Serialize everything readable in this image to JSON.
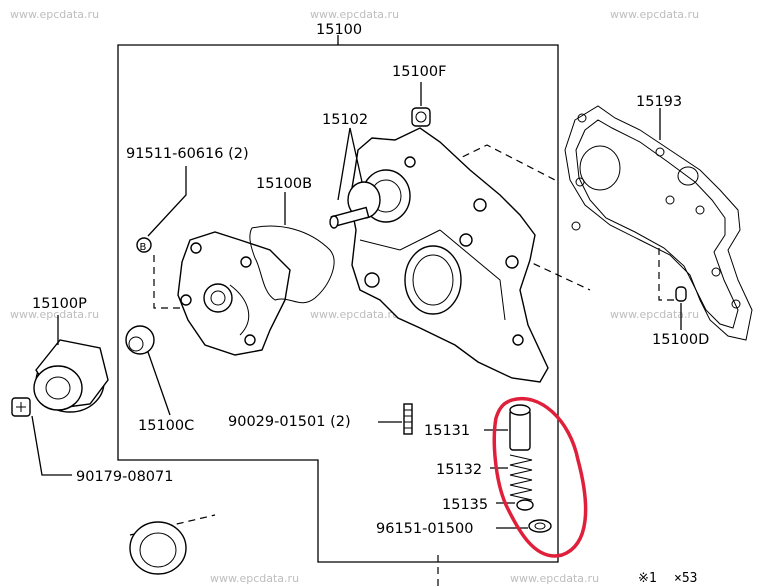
{
  "watermark": "www.epcdata.ru",
  "assembly_label": "15100",
  "parts": {
    "p15100F": "15100F",
    "p15102": "15102",
    "p91511": "91511-60616 (2)",
    "p15100B": "15100B",
    "p15100P": "15100P",
    "p15100C": "15100C",
    "p90029": "90029-01501 (2)",
    "p90179": "90179-08071",
    "p15131": "15131",
    "p15132": "15132",
    "p15135": "15135",
    "p96151": "96151-01500",
    "p15193": "15193",
    "p15100D": "15100D"
  },
  "symbol_b": "B",
  "corner_marks": {
    "left": "※1",
    "right": "×53"
  },
  "highlight_color": "#e0203a"
}
